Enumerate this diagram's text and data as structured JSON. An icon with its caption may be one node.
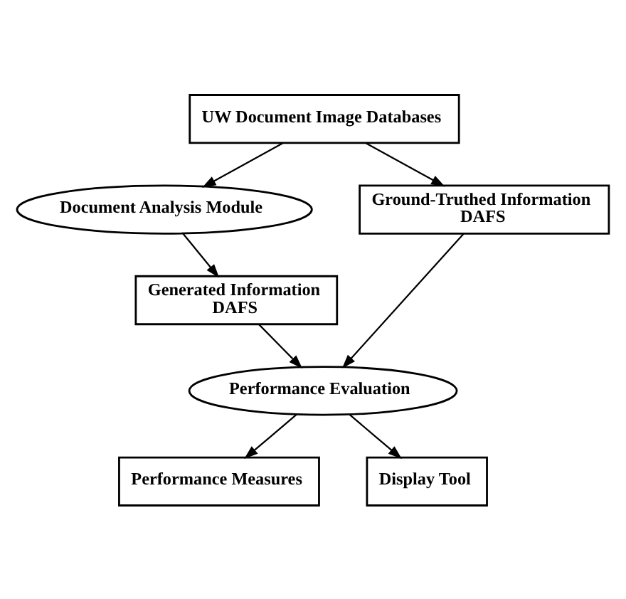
{
  "diagram": {
    "nodes": [
      {
        "text": [
          "UW Document Image Databases"
        ]
      },
      {
        "text": [
          "Document Analysis Module"
        ]
      },
      {
        "text": [
          "Generated Information",
          "DAFS"
        ]
      },
      {
        "text": [
          "Ground-Truthed Information",
          "DAFS"
        ]
      },
      {
        "text": [
          "Performance Evaluation"
        ]
      },
      {
        "text": [
          "Performance Measures"
        ]
      },
      {
        "text": [
          "Display Tool"
        ]
      }
    ],
    "edges": [
      {
        "from": 0,
        "to": 1,
        "arrow": "to"
      },
      {
        "from": 0,
        "to": 3,
        "arrow": "to"
      },
      {
        "from": 1,
        "to": 2,
        "arrow": "to"
      },
      {
        "from": 2,
        "to": 4,
        "arrow": "to"
      },
      {
        "from": 3,
        "to": 4,
        "arrow": "to"
      },
      {
        "from": 4,
        "to": 5,
        "arrow": "to"
      },
      {
        "from": 4,
        "to": 6,
        "arrow": "to"
      }
    ]
  }
}
